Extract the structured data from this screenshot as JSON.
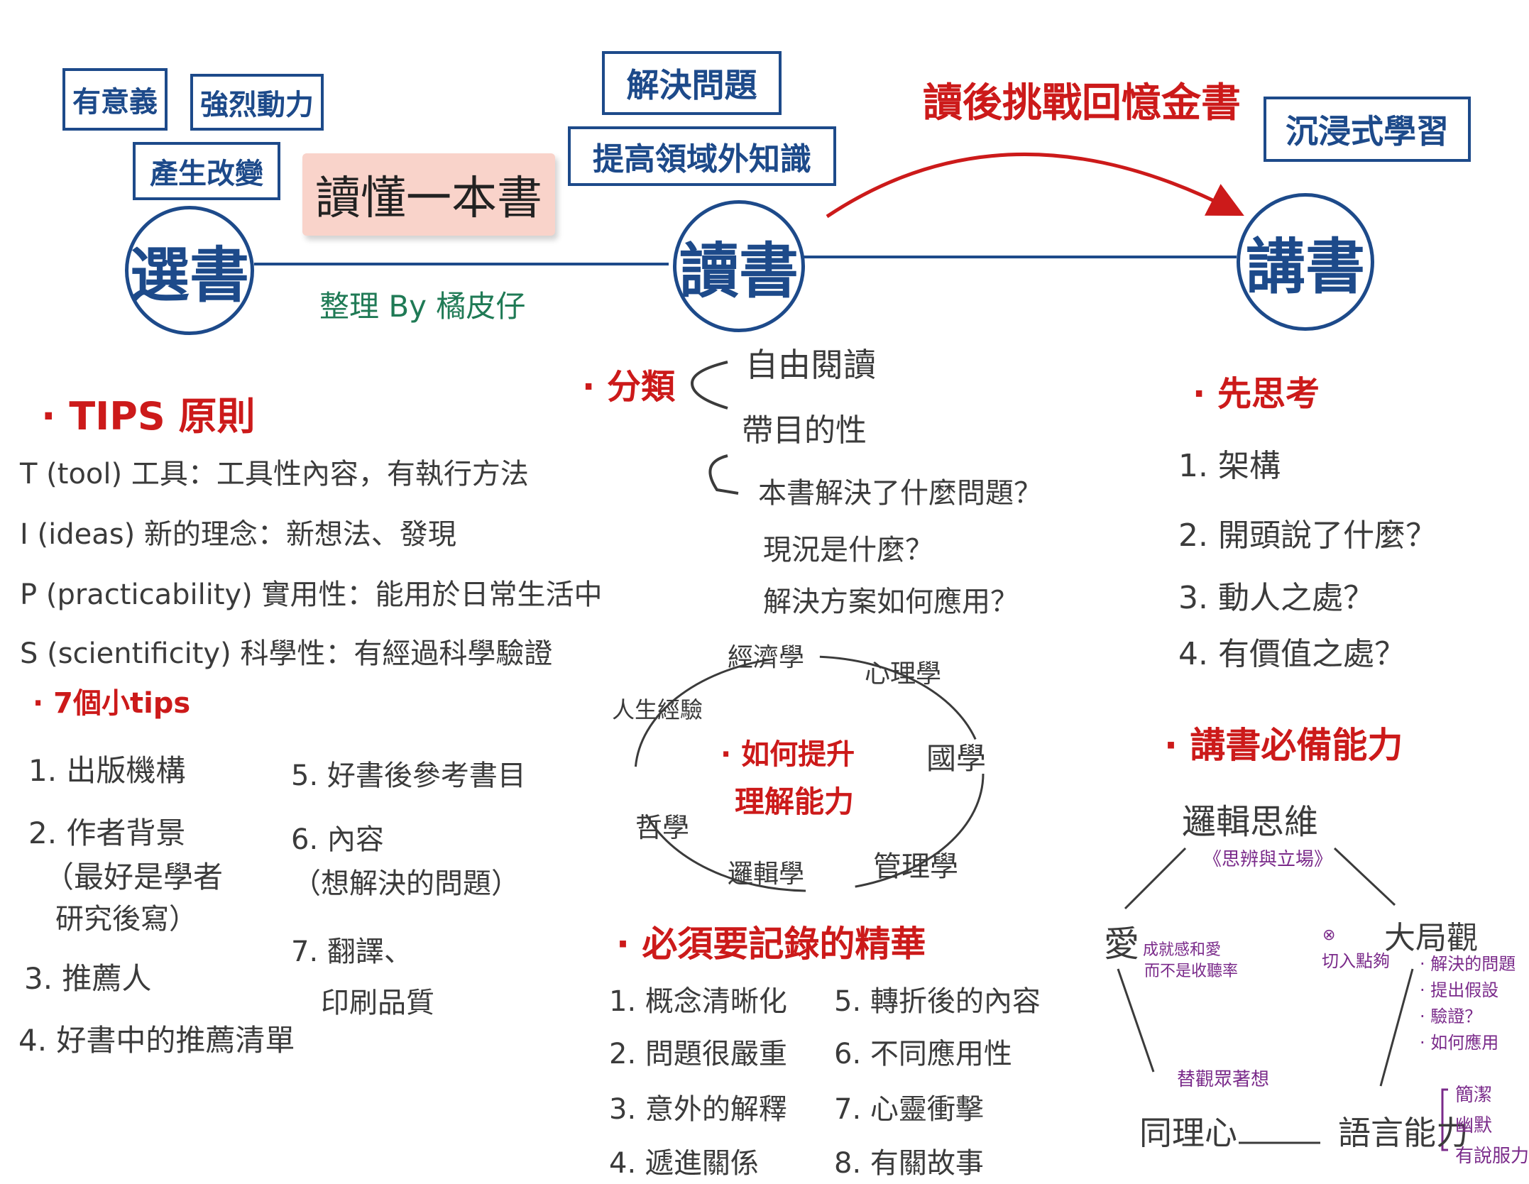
{
  "header": {
    "title": "讀懂一本書",
    "credit": "整理 By 橘皮仔",
    "challenge": "讀後挑戰回憶金書"
  },
  "nodes": {
    "choose": "選書",
    "read": "讀書",
    "talk": "講書"
  },
  "tags": {
    "meaning": "有意義",
    "motivation": "強烈動力",
    "change": "產生改變",
    "solve": "解決問題",
    "knowledge": "提高領域外知識",
    "immersive": "沉浸式學習"
  },
  "tips": {
    "heading": "· TIPS 原則",
    "items": [
      "T (tool) 工具：工具性內容，有執行方法",
      "I (ideas) 新的理念：新想法、發現",
      "P (practicability) 實用性：能用於日常生活中",
      "S (scientificity) 科學性：有經過科學驗證"
    ]
  },
  "small_tips": {
    "heading": "· 7個小tips",
    "left": [
      "1. 出版機構",
      "2. 作者背景",
      "（最好是學者",
      "研究後寫）",
      "3. 推薦人",
      "4. 好書中的推薦清單"
    ],
    "right": [
      "5. 好書後參考書目",
      "6. 內容",
      "（想解決的問題）",
      "7. 翻譯、",
      "印刷品質"
    ]
  },
  "classify": {
    "heading": "· 分類",
    "free": "自由閱讀",
    "purpose": "帶目的性",
    "questions": [
      "本書解決了什麼問題？",
      "現況是什麼？",
      "解決方案如何應用？"
    ]
  },
  "ring": {
    "center_line1": "· 如何提升",
    "center_line2": "理解能力",
    "items": [
      "經濟學",
      "心理學",
      "國學",
      "管理學",
      "邏輯學",
      "哲學",
      "人生經驗"
    ]
  },
  "essence": {
    "heading": "· 必須要記錄的精華",
    "left": [
      "1. 概念清晰化",
      "2. 問題很嚴重",
      "3. 意外的解釋",
      "4. 遞進關係"
    ],
    "right": [
      "5. 轉折後的內容",
      "6. 不同應用性",
      "7. 心靈衝擊",
      "8. 有關故事"
    ]
  },
  "think_first": {
    "heading": "· 先思考",
    "items": [
      "1. 架構",
      "2. 開頭說了什麼？",
      "3. 動人之處？",
      "4. 有價值之處？"
    ]
  },
  "abilities": {
    "heading": "· 講書必備能力",
    "logic": "邏輯思維",
    "logic_note": "《思辨與立場》",
    "big_picture": "大局觀",
    "big_note_mark": "⊗",
    "big_note": "切入點夠",
    "big_list": [
      "· 解決的問題",
      "· 提出假設",
      "· 驗證？",
      "· 如何應用"
    ],
    "love": "愛",
    "love_note1": "成就感和愛",
    "love_note2": "而不是收聽率",
    "empathy": "同理心",
    "empathy_note": "替觀眾著想",
    "speech": "語言能力",
    "speech_list": [
      "簡潔",
      "幽默",
      "有說服力"
    ]
  },
  "colors": {
    "blue": "#1d4a8a",
    "red": "#cc1a1a",
    "gray": "#3b3b3b",
    "purple": "#7a2a8a",
    "green": "#1f7a55",
    "pink": "#f9d3ca"
  }
}
